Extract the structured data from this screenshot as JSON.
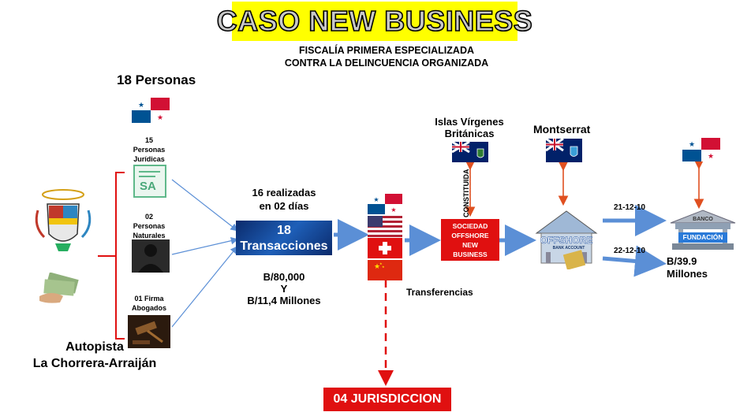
{
  "title": "CASO NEW BUSINESS",
  "subtitle_line1": "FISCALÍA PRIMERA ESPECIALIZADA",
  "subtitle_line2": "CONTRA LA DELINCUENCIA ORGANIZADA",
  "personas": {
    "heading": "18 Personas",
    "juridicas": [
      "15",
      "Personas",
      "Jurídicas"
    ],
    "sa_label": "SA",
    "naturales": [
      "02",
      "Personas",
      "Naturales"
    ],
    "abogados": [
      "01 Firma",
      "Abogados"
    ]
  },
  "autopista": [
    "Autopista",
    "La Chorrera-Arraiján"
  ],
  "transacciones": {
    "realizadas": [
      "16 realizadas",
      "en 02 días"
    ],
    "box": [
      "18",
      "Transacciones"
    ],
    "amounts": [
      "B/80,000",
      "Y",
      "B/11,4 Millones"
    ]
  },
  "transferencias": "Transferencias",
  "jurisdicciones": "04 JURISDICCION",
  "islas": [
    "Islas Vírgenes",
    "Británicas"
  ],
  "constituida": "CONSTITUIDA",
  "sociedad": [
    "SOCIEDAD",
    "OFFSHORE",
    "NEW",
    "BUSINESS"
  ],
  "montserrat": "Montserrat",
  "offshore": {
    "sign": "OFFSHORE",
    "sub": "BANK ACCOUNT"
  },
  "dates": {
    "first": "21-12-10",
    "second": "22-12-10"
  },
  "banco": {
    "sign": "BANCO",
    "name": "FUNDACIÓN"
  },
  "monto_final": [
    "B/39.9",
    "Millones"
  ],
  "colors": {
    "accent_red": "#e01010",
    "arrow_blue": "#5b8fd6",
    "title_highlight": "#ffff00"
  }
}
